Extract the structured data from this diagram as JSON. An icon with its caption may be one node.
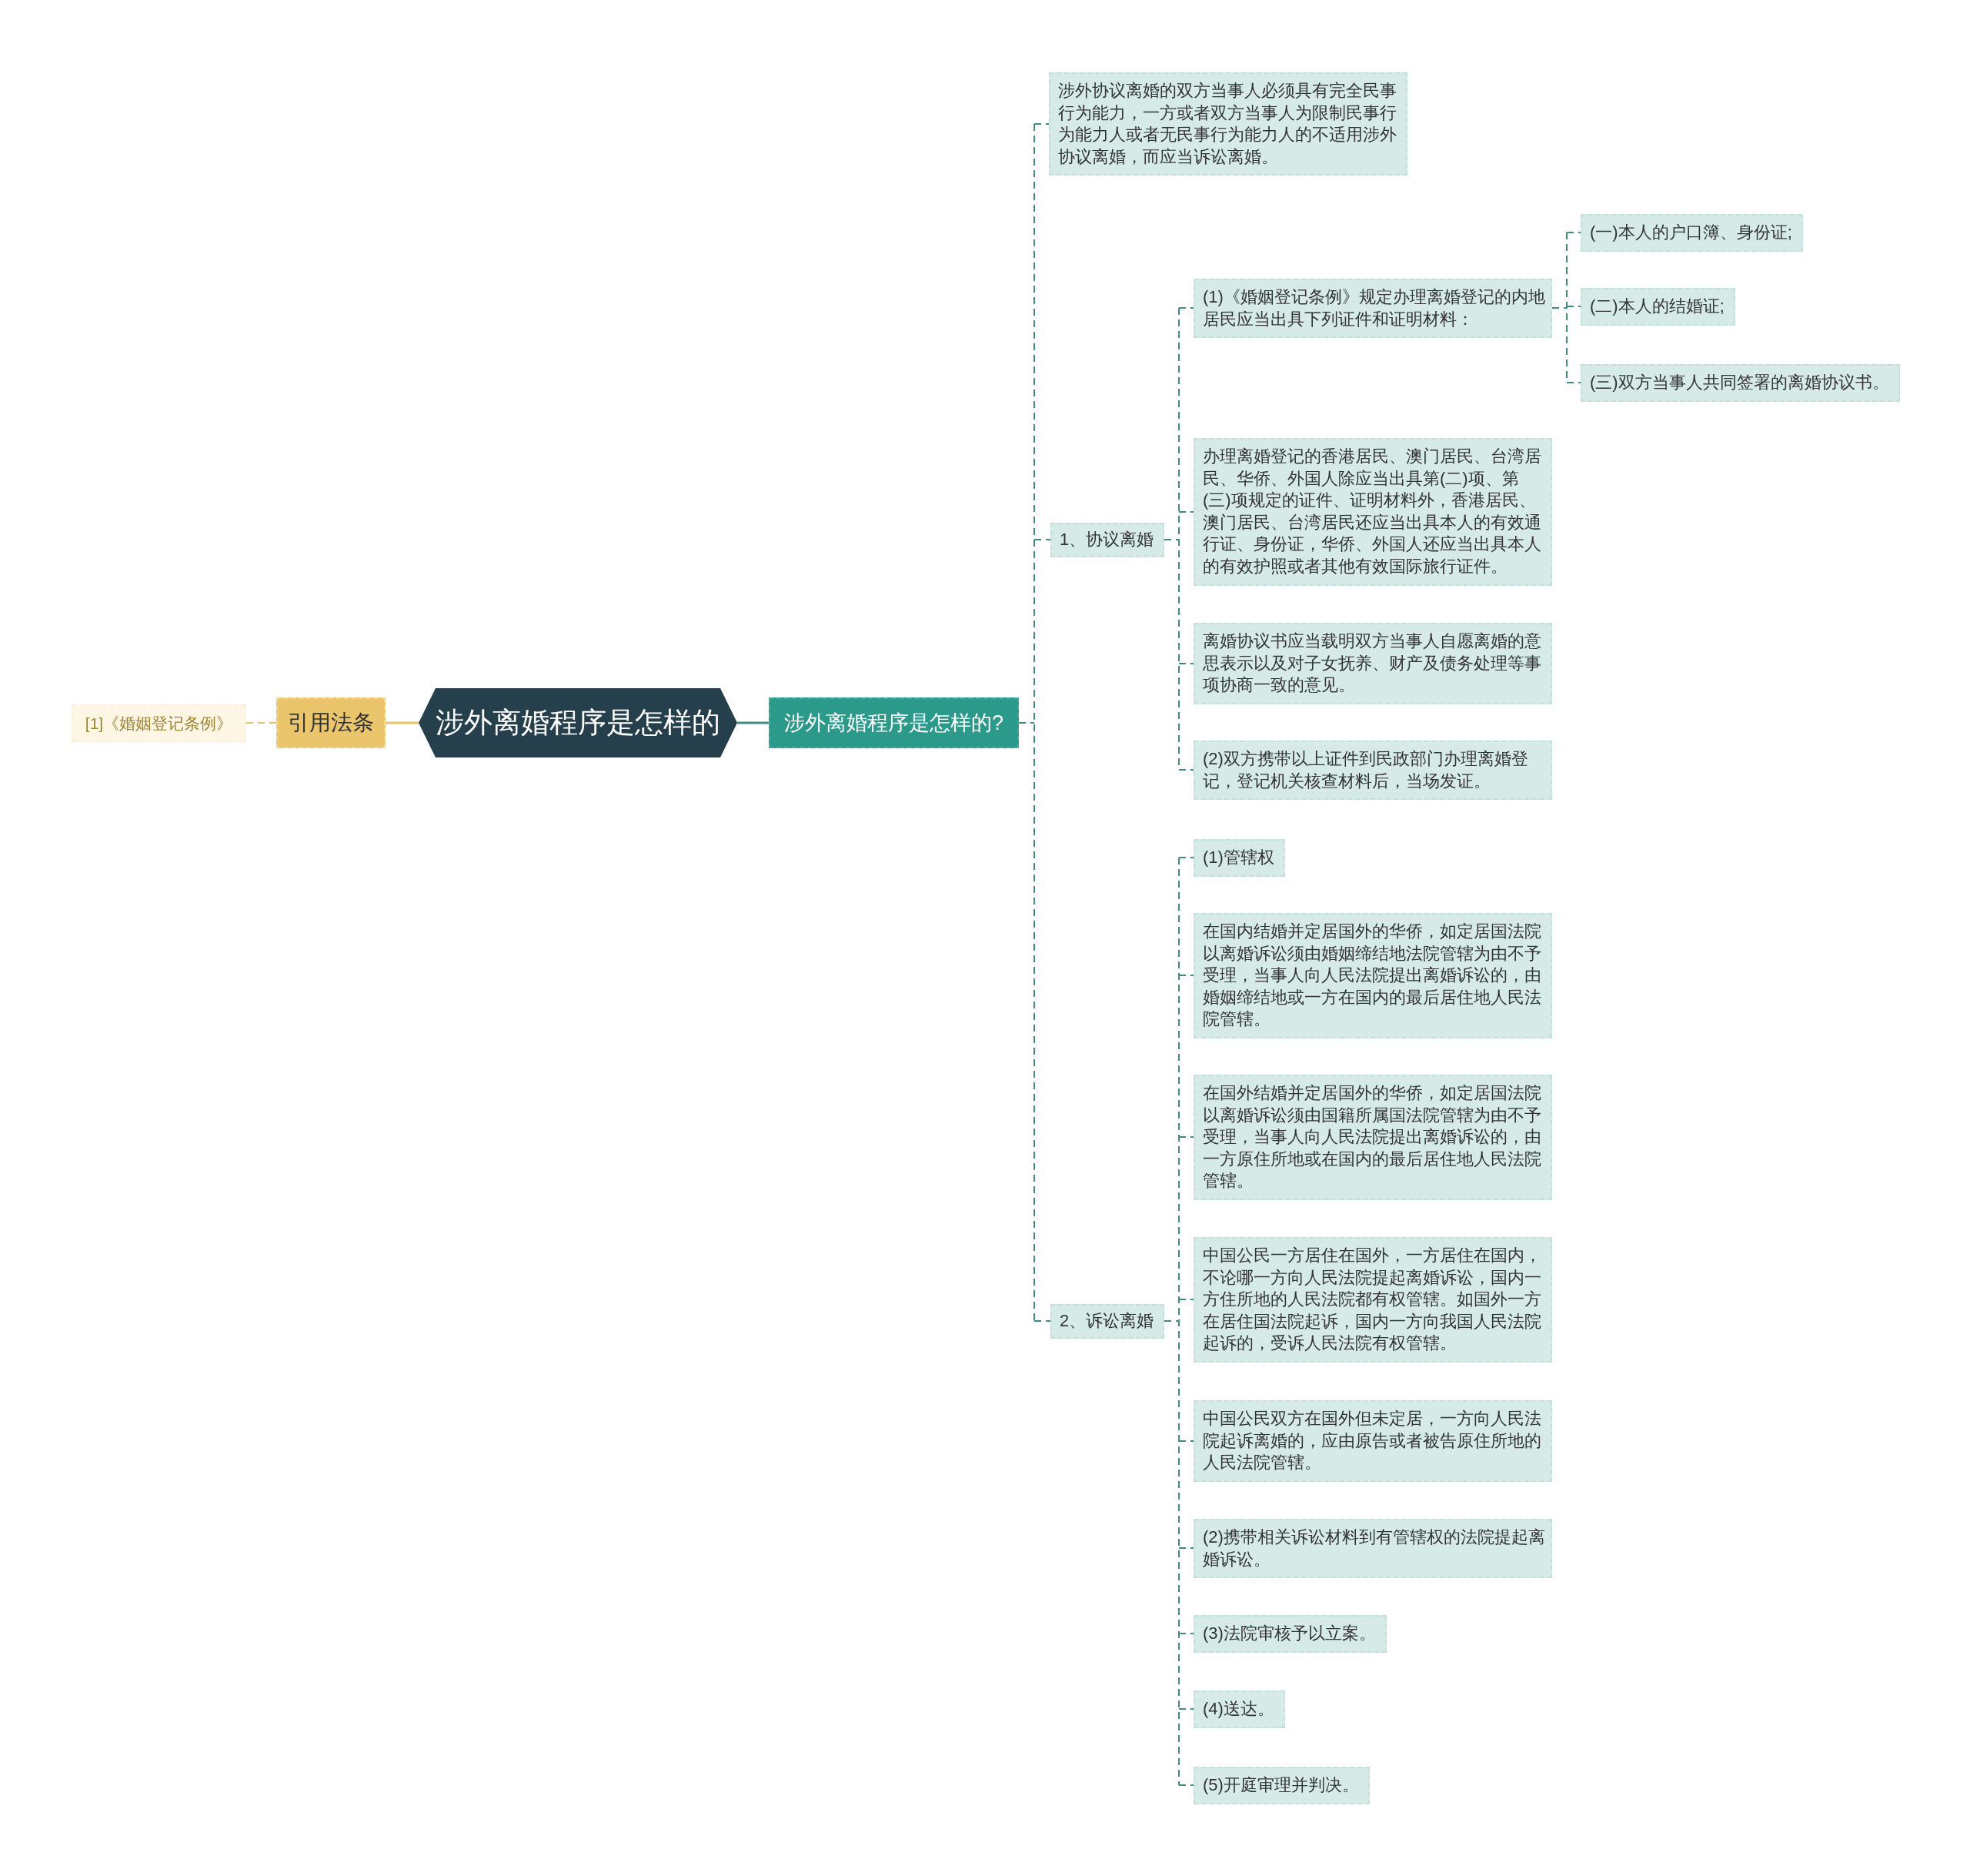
{
  "diagram": {
    "nodes": [
      {
        "text": [
          "涉外离婚程序是怎样的"
        ]
      },
      {
        "text": [
          "涉外离婚程序是怎样的?"
        ]
      },
      {
        "text": [
          "涉外协议离婚的双方当事人必须具有完全民事行为能力，一方或者双方当事人为限制民事行为能力人或者无民事行为能力人的不适用涉外协议离婚，而应当诉讼离婚。"
        ]
      },
      {
        "text": [
          "1、协议离婚"
        ]
      },
      {
        "text": [
          "(1)《婚姻登记条例》规定办理离婚登记的内地居民应当出具下列证件和证明材料："
        ]
      },
      {
        "text": [
          "(一)本人的户口簿、身份证;"
        ]
      },
      {
        "text": [
          "(二)本人的结婚证;"
        ]
      },
      {
        "text": [
          "(三)双方当事人共同签署的离婚协议书。"
        ]
      },
      {
        "text": [
          "办理离婚登记的香港居民、澳门居民、台湾居民、华侨、外国人除应当出具第(二)项、第(三)项规定的证件、证明材料外，香港居民、澳门居民、台湾居民还应当出具本人的有效通行证、身份证，华侨、外国人还应当出具本人的有效护照或者其他有效国际旅行证件。"
        ]
      },
      {
        "text": [
          "离婚协议书应当载明双方当事人自愿离婚的意思表示以及对子女抚养、财产及债务处理等事项协商一致的意见。"
        ]
      },
      {
        "text": [
          "(2)双方携带以上证件到民政部门办理离婚登记，登记机关核查材料后，当场发证。"
        ]
      },
      {
        "text": [
          "2、诉讼离婚"
        ]
      },
      {
        "text": [
          "(1)管辖权"
        ]
      },
      {
        "text": [
          "在国内结婚并定居国外的华侨，如定居国法院以离婚诉讼须由婚姻缔结地法院管辖为由不予受理，当事人向人民法院提出离婚诉讼的，由婚姻缔结地或一方在国内的最后居住地人民法院管辖。"
        ]
      },
      {
        "text": [
          "在国外结婚并定居国外的华侨，如定居国法院以离婚诉讼须由国籍所属国法院管辖为由不予受理，当事人向人民法院提出离婚诉讼的，由一方原住所地或在国内的最后居住地人民法院管辖。"
        ]
      },
      {
        "text": [
          "中国公民一方居住在国外，一方居住在国内，不论哪一方向人民法院提起离婚诉讼，国内一方住所地的人民法院都有权管辖。如国外一方在居住国法院起诉，国内一方向我国人民法院起诉的，受诉人民法院有权管辖。"
        ]
      },
      {
        "text": [
          "中国公民双方在国外但未定居，一方向人民法院起诉离婚的，应由原告或者被告原住所地的人民法院管辖。"
        ]
      },
      {
        "text": [
          "(2)携带相关诉讼材料到有管辖权的法院提起离婚诉讼。"
        ]
      },
      {
        "text": [
          "(3)法院审核予以立案。"
        ]
      },
      {
        "text": [
          "(4)送达。"
        ]
      },
      {
        "text": [
          "(5)开庭审理并判决。"
        ]
      },
      {
        "text": [
          "引用法条"
        ]
      },
      {
        "text": [
          "[1]《婚姻登记条例》"
        ]
      }
    ],
    "edges": [
      {
        "from": 0,
        "to": 1,
        "arrow": "none"
      },
      {
        "from": 1,
        "to": 2,
        "arrow": "none",
        "style": "dashed"
      },
      {
        "from": 1,
        "to": 3,
        "arrow": "none",
        "style": "dashed"
      },
      {
        "from": 1,
        "to": 11,
        "arrow": "none",
        "style": "dashed"
      },
      {
        "from": 3,
        "to": 4,
        "arrow": "none",
        "style": "dashed"
      },
      {
        "from": 4,
        "to": 5,
        "arrow": "none",
        "style": "dashed"
      },
      {
        "from": 4,
        "to": 6,
        "arrow": "none",
        "style": "dashed"
      },
      {
        "from": 4,
        "to": 7,
        "arrow": "none",
        "style": "dashed"
      },
      {
        "from": 3,
        "to": 8,
        "arrow": "none",
        "style": "dashed"
      },
      {
        "from": 3,
        "to": 9,
        "arrow": "none",
        "style": "dashed"
      },
      {
        "from": 3,
        "to": 10,
        "arrow": "none",
        "style": "dashed"
      },
      {
        "from": 11,
        "to": 12,
        "arrow": "none",
        "style": "dashed"
      },
      {
        "from": 11,
        "to": 13,
        "arrow": "none",
        "style": "dashed"
      },
      {
        "from": 11,
        "to": 14,
        "arrow": "none",
        "style": "dashed"
      },
      {
        "from": 11,
        "to": 15,
        "arrow": "none",
        "style": "dashed"
      },
      {
        "from": 11,
        "to": 16,
        "arrow": "none",
        "style": "dashed"
      },
      {
        "from": 11,
        "to": 17,
        "arrow": "none",
        "style": "dashed"
      },
      {
        "from": 11,
        "to": 18,
        "arrow": "none",
        "style": "dashed"
      },
      {
        "from": 11,
        "to": 19,
        "arrow": "none",
        "style": "dashed"
      },
      {
        "from": 11,
        "to": 20,
        "arrow": "none",
        "style": "dashed"
      },
      {
        "from": 0,
        "to": 21,
        "arrow": "none",
        "color": "#e6c46c"
      },
      {
        "from": 21,
        "to": 22,
        "arrow": "none",
        "style": "dashed",
        "color": "#e6c46c"
      }
    ]
  }
}
